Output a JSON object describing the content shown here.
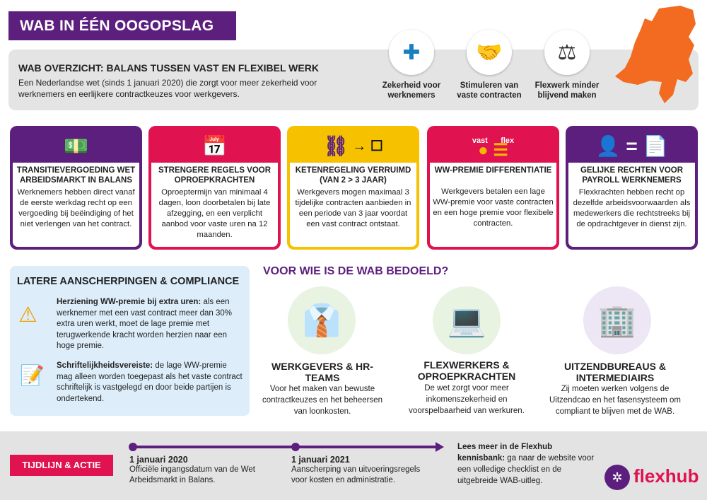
{
  "title": "WAB IN ÉÉN OOGOPSLAG",
  "overview": {
    "heading": "WAB OVERZICHT: BALANS TUSSEN VAST EN FLEXIBEL WERK",
    "description": "Een Nederlandse wet (sinds 1 januari 2020) die zorgt voor meer zekerheid voor werknemers en eerlijkere contractkeuzes voor werkgevers.",
    "goals": [
      {
        "icon": "shield-cross-icon",
        "label": "Zekerheid voor werknemers"
      },
      {
        "icon": "handshake-icon",
        "label": "Stimuleren van vaste contracten"
      },
      {
        "icon": "balance-scale-icon",
        "label": "Flexwerk minder blijvend maken"
      }
    ]
  },
  "colors": {
    "purple": "#5c1f7e",
    "red": "#e0124f",
    "yellow": "#f6c200",
    "orange": "#f26b21",
    "lightblue": "#ddeefa",
    "gray": "#e4e4e4"
  },
  "cards": [
    {
      "color": "#5c1f7e",
      "icon": "money-hand-icon",
      "title": "TRANSITIEVERGOEDING WET ARBEIDSMARKT IN BALANS",
      "text": "Werknemers hebben direct vanaf de eerste werkdag recht op een vergoeding bij beëindiging of het niet verlengen van het contract."
    },
    {
      "color": "#e0124f",
      "icon": "calendar-clock-icon",
      "title": "STRENGERE REGELS VOOR OPROEPKRACHTEN",
      "text": "Oproeptermijn van minimaal 4 dagen, loon doorbetalen bij late afzegging, en een verplicht aanbod voor vaste uren na 12 maanden."
    },
    {
      "color": "#f6c200",
      "icon": "chain-arrow-icon",
      "title": "KETENREGELING VERRUIMD (VAN 2 > 3 JAAR)",
      "text": "Werkgevers mogen maximaal 3 tijdelijke contracten aanbieden in een periode van 3 jaar voordat een vast contract ontstaat."
    },
    {
      "color": "#e0124f",
      "icon": "coins-icon",
      "icon_labels": [
        "vast",
        "flex"
      ],
      "title": "WW-PREMIE DIFFERENTIATIE",
      "text": "Werkgevers betalen een lage WW-premie voor vaste contracten en een hoge premie voor flexibele contracten."
    },
    {
      "color": "#5c1f7e",
      "icon": "person-equals-contract-icon",
      "title": "GELIJKE RECHTEN VOOR PAYROLL WERKNEMERS",
      "text": "Flexkrachten hebben recht op dezelfde arbeidsvoorwaarden als medewerkers die rechtstreeks bij de opdrachtgever in dienst zijn."
    }
  ],
  "later": {
    "heading": "LATERE AANSCHERPINGEN & COMPLIANCE",
    "items": [
      {
        "icon": "warning-icon",
        "bold": "Herziening WW-premie bij extra uren:",
        "text": " als een werknemer met een vast contract meer dan 30% extra uren werkt, moet de lage premie met terugwerkende kracht worden herzien naar een hoge premie."
      },
      {
        "icon": "signed-document-icon",
        "bold": "Schriftelijkheidsvereiste:",
        "text": " de lage WW-premie mag alleen worden toegepast als het vaste contract schriftelijk is vastgelegd en door beide partijen is ondertekend."
      }
    ]
  },
  "audience": {
    "heading": "VOOR WIE IS DE WAB  BEDOELD?",
    "groups": [
      {
        "icon": "businessman-gears-icon",
        "title": "WERKGEVERS & HR-TEAMS",
        "text": "Voor het maken van bewuste contractkeuzes en het beheersen van loonkosten."
      },
      {
        "icon": "laptop-worker-icon",
        "title": "FLEXWERKERS & OPROEPKRACHTEN",
        "text": "De wet zorgt voor meer inkomenszekerheid en voorspelbaarheid van werkuren."
      },
      {
        "icon": "office-building-people-icon",
        "title": "UITZENDBUREAUS & INTERMEDIAIRS",
        "text": "Zij moeten werken volgens de Uitzendcao en het fasensysteem om compliant te blijven met de WAB."
      }
    ]
  },
  "timeline": {
    "badge": "TIJDLIJN & ACTIE",
    "events": [
      {
        "date": "1 januari 2020",
        "text": "Officiële ingangsdatum van de Wet Arbeidsmarkt in Balans."
      },
      {
        "date": "1 januari 2021",
        "text": "Aanscherping van uitvoeringsregels voor kosten en administratie."
      }
    ],
    "cta_bold": "Lees meer in de Flexhub kennisbank:",
    "cta_text": " ga naar de website voor een volledige checklist en de uitgebreide WAB-uitleg."
  },
  "logo": {
    "text": "flexhub",
    "icon": "network-hub-icon"
  }
}
